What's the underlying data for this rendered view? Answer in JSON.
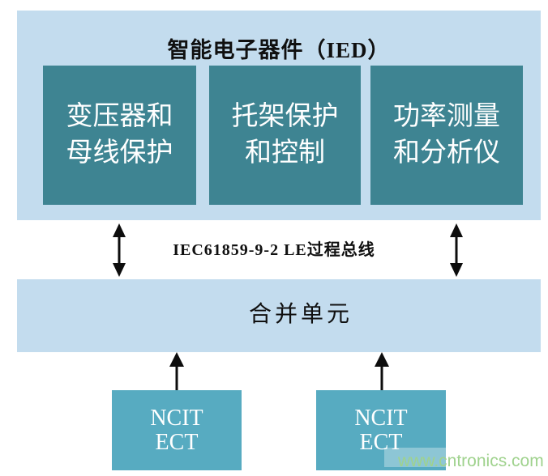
{
  "ied_container": {
    "title": "智能电子器件（IED）",
    "boxes": [
      {
        "line1": "变压器和",
        "line2": "母线保护"
      },
      {
        "line1": "托架保护",
        "line2": "和控制"
      },
      {
        "line1": "功率测量",
        "line2": "和分析仪"
      }
    ]
  },
  "process_bus": {
    "label": "IEC61859-9-2 LE过程总线"
  },
  "merging_unit": {
    "label": "合并单元"
  },
  "sensor_boxes": [
    {
      "line1": "NCIT",
      "line2": "ECT"
    },
    {
      "line1": "NCIT",
      "line2": "ECT"
    }
  ],
  "watermark": {
    "text": "www.cntronics.com",
    "color": "#9fd28d"
  },
  "colors": {
    "container_blue": "#c3dcee",
    "ied_box_teal": "#3e8492",
    "sensor_box_teal": "#57abc1",
    "arrow_black": "#0d0d0d",
    "text_black": "#101010",
    "text_white": "#ffffff",
    "background": "#ffffff"
  }
}
